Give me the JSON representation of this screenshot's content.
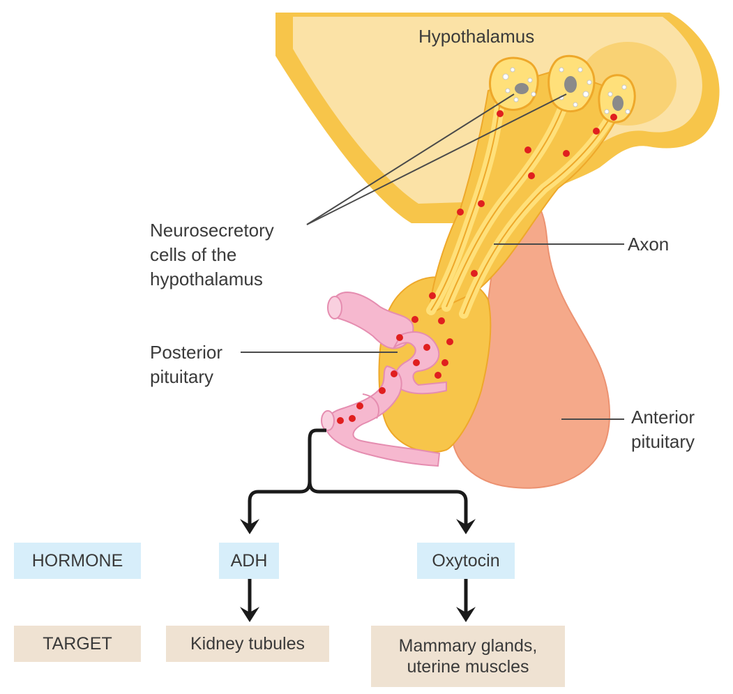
{
  "labels": {
    "hypothalamus": "Hypothalamus",
    "neurosecretory": [
      "Neurosecretory",
      "cells of the",
      "hypothalamus"
    ],
    "axon": "Axon",
    "posterior_pituitary": [
      "Posterior",
      "pituitary"
    ],
    "anterior_pituitary": [
      "Anterior",
      "pituitary"
    ]
  },
  "table": {
    "hormone_header": "HORMONE",
    "target_header": "TARGET",
    "columns": [
      {
        "hormone": "ADH",
        "target": [
          "Kidney tubules"
        ]
      },
      {
        "hormone": "Oxytocin",
        "target": [
          "Mammary glands,",
          "uterine muscles"
        ]
      }
    ]
  },
  "colors": {
    "hypothalamus_fill": "#fbe2a6",
    "tissue_yellow": "#f7c54a",
    "tissue_yellow_dark": "#eea82a",
    "anterior_fill": "#f5a98a",
    "vessel_pink": "#f6b8cf",
    "hormone_dot": "#e01f1f",
    "hormone_box": "#d7eefa",
    "target_box": "#efe2d2",
    "arrow": "#1a1a1a"
  }
}
